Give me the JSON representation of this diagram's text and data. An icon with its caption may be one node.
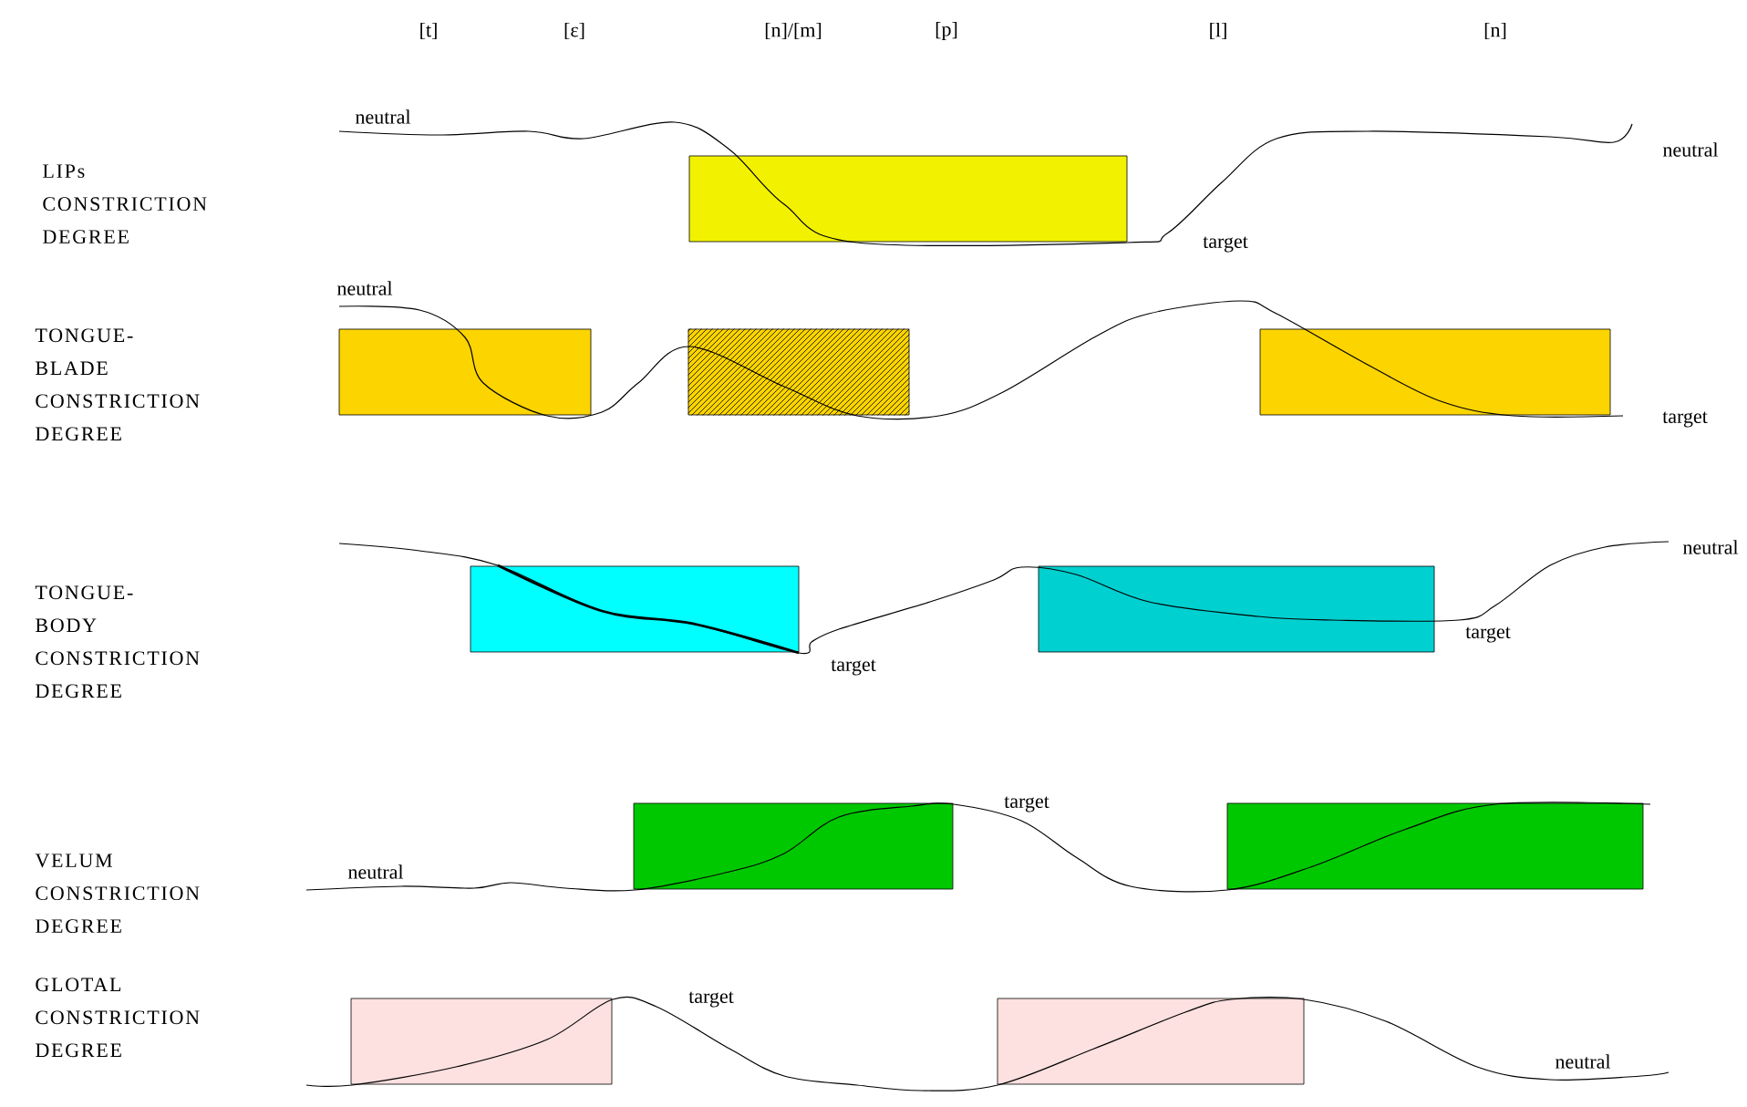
{
  "diagram": {
    "nodes": [
      {
        "text": [],
        "shape": "box"
      },
      {
        "text": [],
        "shape": "box"
      },
      {
        "text": [],
        "shape": "box"
      },
      {
        "text": [],
        "shape": "box"
      },
      {
        "text": [],
        "shape": "box"
      },
      {
        "text": [],
        "shape": "box"
      },
      {
        "text": [],
        "shape": "box"
      },
      {
        "text": [],
        "shape": "box"
      },
      {
        "text": [],
        "shape": "box"
      },
      {
        "text": [],
        "shape": "box"
      }
    ],
    "labels": [
      "[t]",
      "[ɛ]",
      "[n]/[m]",
      "[p]",
      "[l]",
      "[n]",
      "neutral",
      "neutral",
      "LIPs CONSTRICTION DEGREE",
      "target",
      "neutral",
      "TONGUE-BLADE CONSTRICTION DEGREE",
      "target",
      "neutral",
      "TONGUE-BODY CONSTRICTION DEGREE",
      "target",
      "target",
      "target",
      "VELUM CONSTRICTION DEGREE",
      "neutral",
      "target",
      "GLOTAL CONSTRICTION DEGREE",
      "neutral"
    ]
  }
}
